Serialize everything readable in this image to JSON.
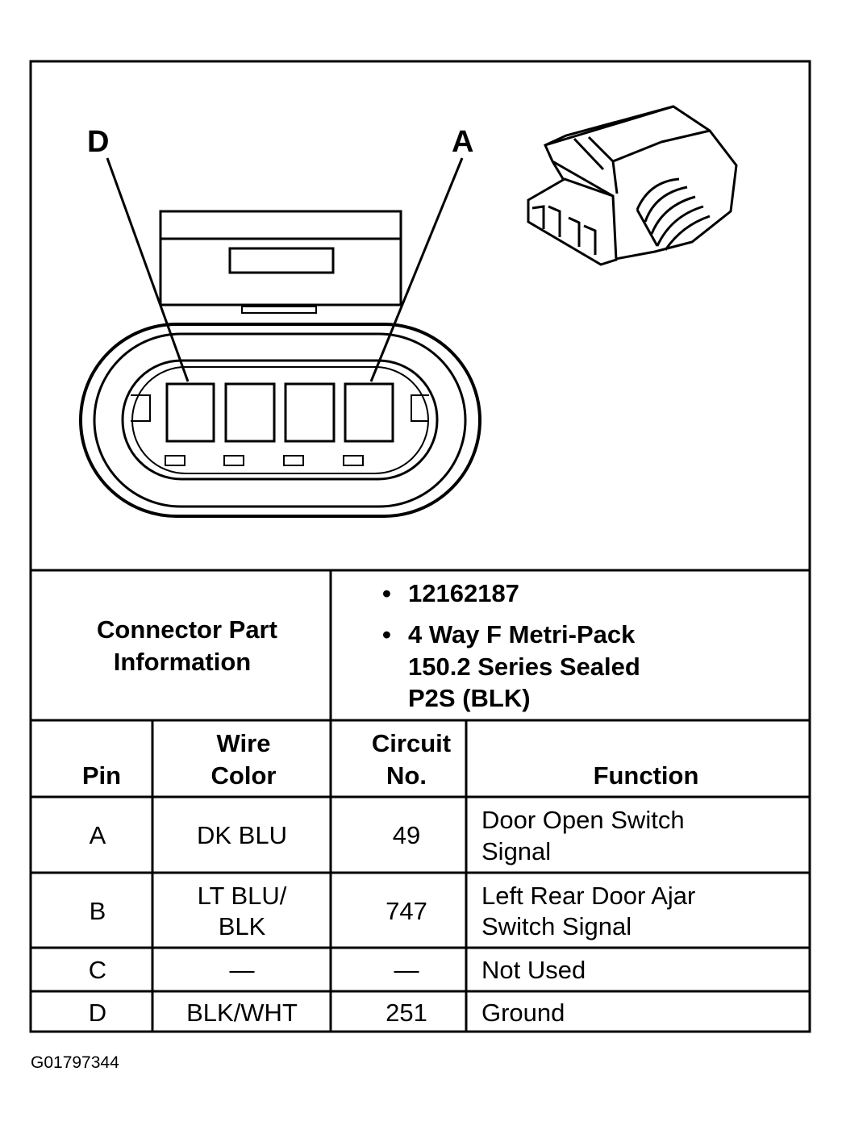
{
  "diagram": {
    "callout_left": "D",
    "callout_right": "A"
  },
  "part_info": {
    "label_line1": "Connector Part",
    "label_line2": "Information",
    "bullet": "•",
    "bullet1": "12162187",
    "bullet2_line1": "4 Way F Metri-Pack",
    "bullet2_line2": "150.2 Series Sealed",
    "bullet2_line3": "P2S (BLK)"
  },
  "table": {
    "headers": {
      "pin": "Pin",
      "wire_color_1": "Wire",
      "wire_color_2": "Color",
      "circuit_1": "Circuit",
      "circuit_2": "No.",
      "function": "Function"
    },
    "rows": [
      {
        "pin": "A",
        "wire1": "DK BLU",
        "wire2": "",
        "circuit": "49",
        "func1": "Door Open Switch",
        "func2": "Signal"
      },
      {
        "pin": "B",
        "wire1": "LT BLU/",
        "wire2": "BLK",
        "circuit": "747",
        "func1": "Left Rear Door Ajar",
        "func2": "Switch Signal"
      },
      {
        "pin": "C",
        "wire1": "—",
        "wire2": "",
        "circuit": "—",
        "func1": "Not Used",
        "func2": ""
      },
      {
        "pin": "D",
        "wire1": "BLK/WHT",
        "wire2": "",
        "circuit": "251",
        "func1": "Ground",
        "func2": ""
      }
    ]
  },
  "figure_id": "G01797344"
}
